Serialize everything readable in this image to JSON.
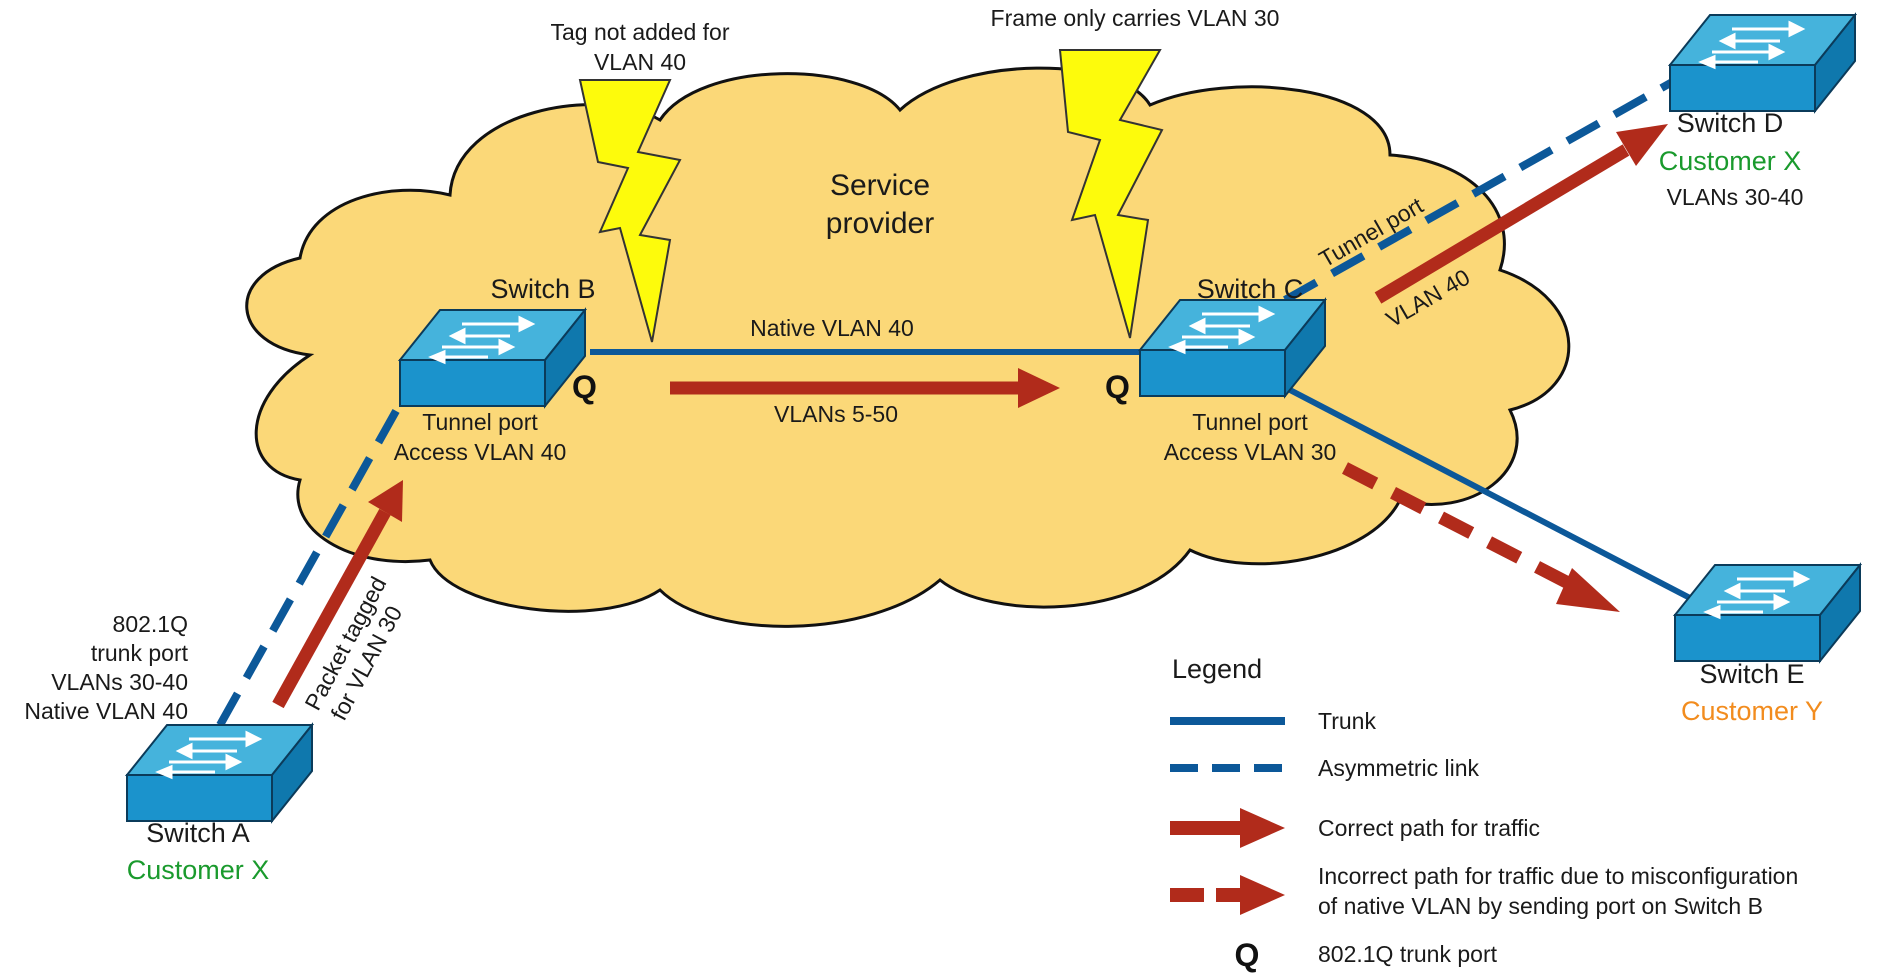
{
  "colors": {
    "cloud_fill": "#fbd878",
    "cloud_stroke": "#111111",
    "trunk_blue": "#0c5899",
    "arrow_red": "#b12b1b",
    "bolt_yellow": "#fdfb0c",
    "switch_top": "#45b3dc",
    "switch_front": "#1b93cc",
    "customer_x": "#1a9a2d",
    "customer_y": "#f28c1e"
  },
  "annotations": {
    "tag_not_added_line1": "Tag not added for",
    "tag_not_added_line2": "VLAN 40",
    "frame_only_carries": "Frame only carries VLAN 30"
  },
  "cloud": {
    "label_line1": "Service",
    "label_line2": "provider"
  },
  "switches": {
    "a": {
      "name": "Switch A",
      "customer": "Customer X",
      "icon": "switch-icon"
    },
    "b": {
      "name": "Switch B",
      "icon": "switch-icon"
    },
    "c": {
      "name": "Switch C",
      "icon": "switch-icon"
    },
    "d": {
      "name": "Switch D",
      "customer": "Customer X",
      "vlans": "VLANs 30-40",
      "icon": "switch-icon"
    },
    "e": {
      "name": "Switch E",
      "customer": "Customer Y",
      "icon": "switch-icon"
    }
  },
  "links": {
    "native_vlan": "Native VLAN 40",
    "vlans_range": "VLANs 5-50",
    "q_marker": "Q",
    "b_tunnel_port": "Tunnel port",
    "b_access_vlan": "Access VLAN 40",
    "c_tunnel_port": "Tunnel port",
    "c_access_vlan": "Access VLAN 30",
    "d_tunnel_port": "Tunnel port",
    "d_vlan": "VLAN 40",
    "a_trunk_line1": "802.1Q",
    "a_trunk_line2": "trunk port",
    "a_trunk_line3": "VLANs 30-40",
    "a_trunk_line4": "Native VLAN 40",
    "packet_tagged_line1": "Packet tagged",
    "packet_tagged_line2": "for VLAN 30"
  },
  "legend": {
    "title": "Legend",
    "items": [
      {
        "label": "Trunk"
      },
      {
        "label": "Asymmetric link"
      },
      {
        "label": "Correct path for traffic"
      },
      {
        "label": "Incorrect path for traffic due to misconfiguration",
        "label2": "of native VLAN by sending port on Switch B"
      },
      {
        "label": "802.1Q trunk port",
        "symbol": "Q"
      }
    ]
  }
}
